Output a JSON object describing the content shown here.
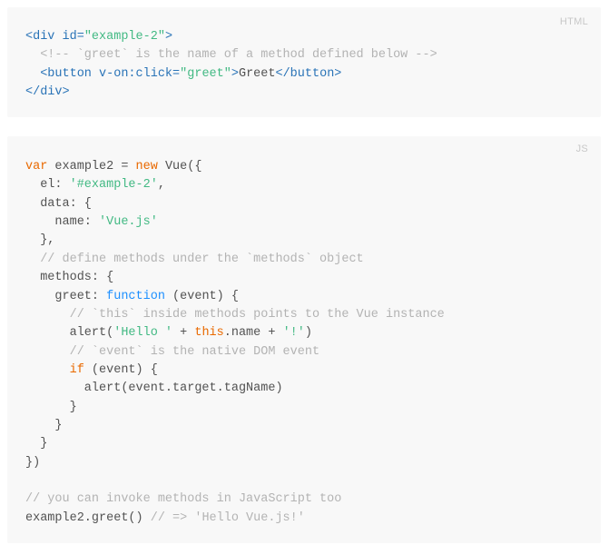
{
  "html_block": {
    "label": "HTML",
    "lines": [
      [
        [
          "tag",
          "<div id="
        ],
        [
          "str",
          "\"example-2\""
        ],
        [
          "tag",
          ">"
        ]
      ],
      [
        [
          "txt",
          "  "
        ],
        [
          "com",
          "<!-- `greet` is the name of a method defined below -->"
        ]
      ],
      [
        [
          "txt",
          "  "
        ],
        [
          "tag",
          "<button v-on:click="
        ],
        [
          "str",
          "\"greet\""
        ],
        [
          "tag",
          ">"
        ],
        [
          "txt",
          "Greet"
        ],
        [
          "tag",
          "</button>"
        ]
      ],
      [
        [
          "tag",
          "</div>"
        ]
      ]
    ]
  },
  "js_block": {
    "label": "JS",
    "lines": [
      [
        [
          "kw",
          "var"
        ],
        [
          "txt",
          " example2 = "
        ],
        [
          "kw",
          "new"
        ],
        [
          "txt",
          " Vue({"
        ]
      ],
      [
        [
          "txt",
          "  el: "
        ],
        [
          "str",
          "'#example-2'"
        ],
        [
          "txt",
          ","
        ]
      ],
      [
        [
          "txt",
          "  data: {"
        ]
      ],
      [
        [
          "txt",
          "    name: "
        ],
        [
          "str",
          "'Vue.js'"
        ]
      ],
      [
        [
          "txt",
          "  },"
        ]
      ],
      [
        [
          "txt",
          "  "
        ],
        [
          "com",
          "// define methods under the `methods` object"
        ]
      ],
      [
        [
          "txt",
          "  methods: {"
        ]
      ],
      [
        [
          "txt",
          "    greet: "
        ],
        [
          "fn",
          "function"
        ],
        [
          "txt",
          " (event) {"
        ]
      ],
      [
        [
          "txt",
          "      "
        ],
        [
          "com",
          "// `this` inside methods points to the Vue instance"
        ]
      ],
      [
        [
          "txt",
          "      alert("
        ],
        [
          "str",
          "'Hello '"
        ],
        [
          "txt",
          " + "
        ],
        [
          "kw",
          "this"
        ],
        [
          "txt",
          ".name + "
        ],
        [
          "str",
          "'!'"
        ],
        [
          "txt",
          ")"
        ]
      ],
      [
        [
          "txt",
          "      "
        ],
        [
          "com",
          "// `event` is the native DOM event"
        ]
      ],
      [
        [
          "txt",
          "      "
        ],
        [
          "kw",
          "if"
        ],
        [
          "txt",
          " (event) {"
        ]
      ],
      [
        [
          "txt",
          "        alert(event.target.tagName)"
        ]
      ],
      [
        [
          "txt",
          "      }"
        ]
      ],
      [
        [
          "txt",
          "    }"
        ]
      ],
      [
        [
          "txt",
          "  }"
        ]
      ],
      [
        [
          "txt",
          "})"
        ]
      ],
      [
        [
          "txt",
          ""
        ]
      ],
      [
        [
          "com",
          "// you can invoke methods in JavaScript too"
        ]
      ],
      [
        [
          "txt",
          "example2.greet() "
        ],
        [
          "com",
          "// => 'Hello Vue.js!'"
        ]
      ]
    ]
  }
}
